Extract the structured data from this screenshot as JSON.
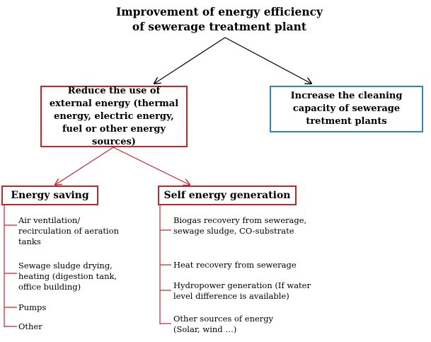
{
  "title": [
    "Improvement of energy efficiency",
    "of sewerage treatment plant"
  ],
  "left_box": "Reduce the use of external energy (thermal energy, electric energy, fuel or other energy sources)",
  "right_box": "Increase the cleaning capacity of sewerage tretment plants",
  "energy_saving": {
    "label": "Energy saving",
    "items": [
      "Air ventilation/ recirculation of aeration tanks",
      "Sewage sludge drying, heating (digestion tank, office building)",
      "Pumps",
      "Other"
    ]
  },
  "self_generation": {
    "label": "Self energy generation",
    "items": [
      "Biogas recovery from sewerage, sewage sludge, CO-substrate",
      "Heat recovery from sewerage",
      "Hydropower generation (If water level difference is available)",
      "Other sources of energy (Solar, wind …)"
    ]
  },
  "colors": {
    "red": "#c0272d",
    "blue": "#2e86c1",
    "arrow": "#000000"
  }
}
